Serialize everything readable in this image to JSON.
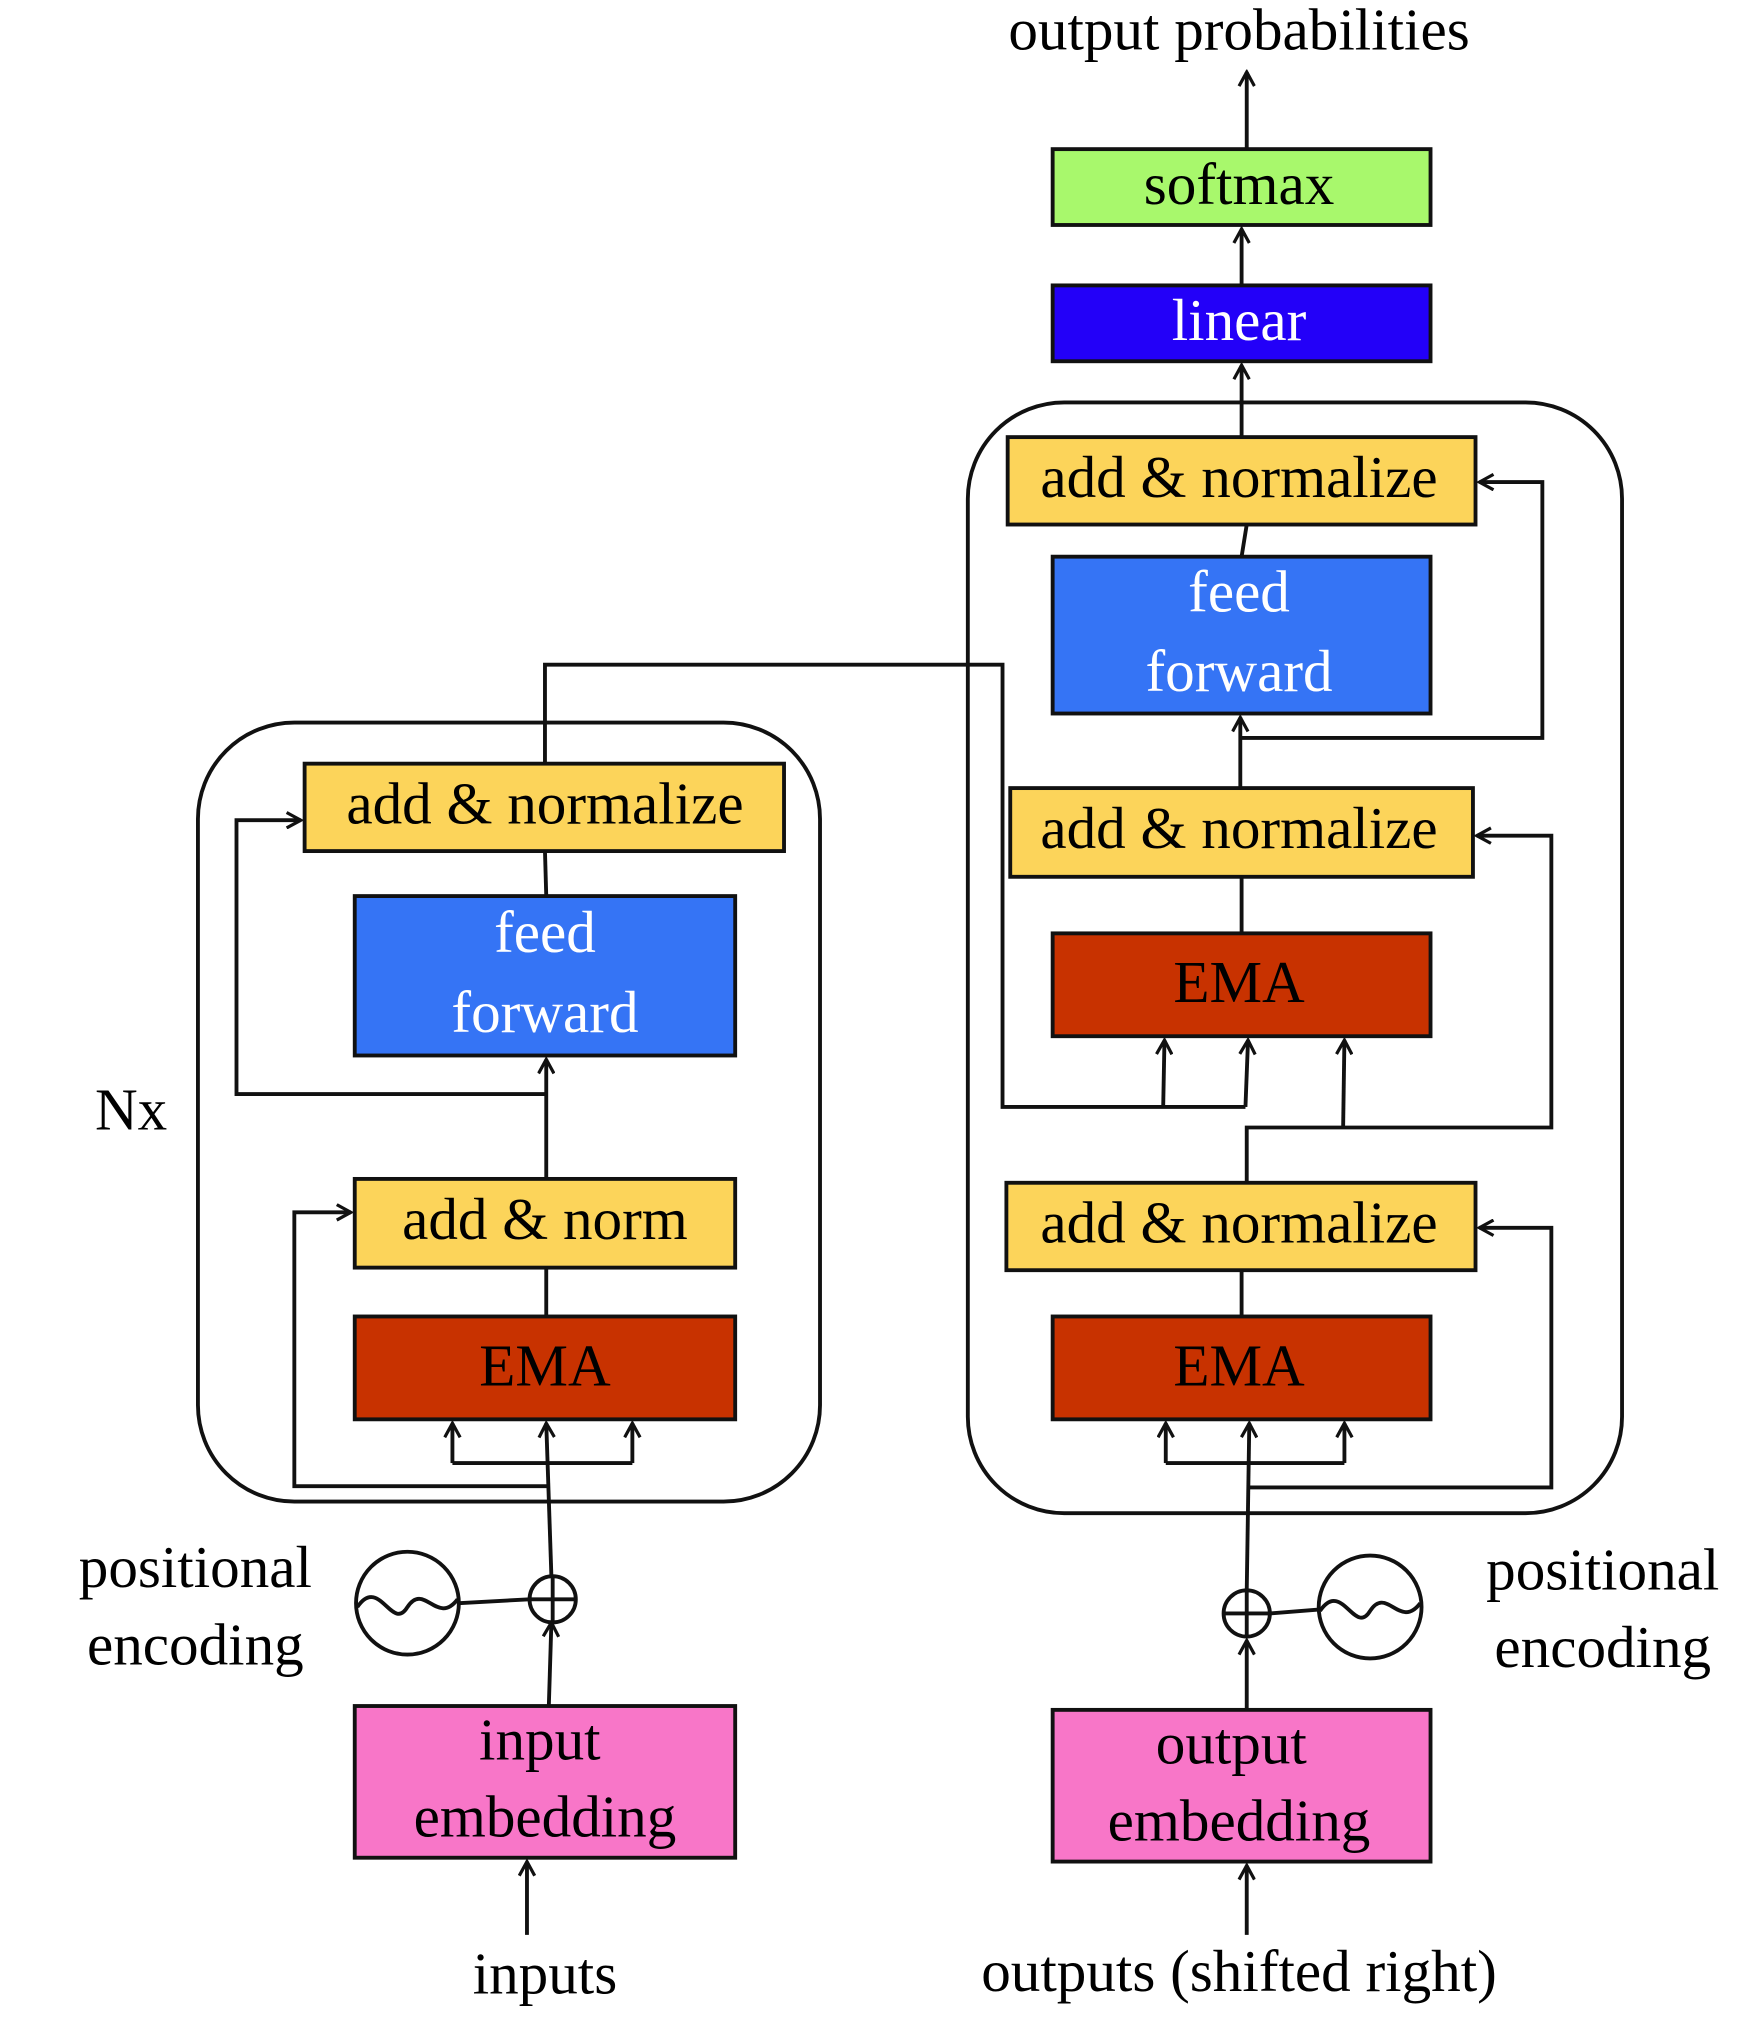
{
  "colors": {
    "add_norm": "#fcd45a",
    "feed_forward": "#3574f5",
    "ema": "#c83200",
    "embedding": "#f876c8",
    "softmax": "#a8f86c",
    "linear": "#2300f8",
    "white_text": "#ffffff",
    "black_text": "#111111"
  },
  "encoder": {
    "repeat_label": "Nx",
    "add_norm_top": "add & normalize",
    "feed_forward": [
      "feed",
      "forward"
    ],
    "add_norm_bottom": "add & norm",
    "ema": "EMA",
    "positional_encoding": [
      "positional",
      "encoding"
    ],
    "embedding": [
      "input",
      "embedding"
    ],
    "input_label": "inputs"
  },
  "decoder": {
    "output_label": "output probabilities",
    "softmax": "softmax",
    "linear": "linear",
    "add_norm_top": "add & normalize",
    "feed_forward": [
      "feed",
      "forward"
    ],
    "add_norm_mid": "add & normalize",
    "ema_mid": "EMA",
    "add_norm_bottom": "add & normalize",
    "ema_bottom": "EMA",
    "positional_encoding": [
      "positional",
      "encoding"
    ],
    "embedding": [
      "output",
      "embedding"
    ],
    "input_label": "outputs (shifted right)"
  }
}
